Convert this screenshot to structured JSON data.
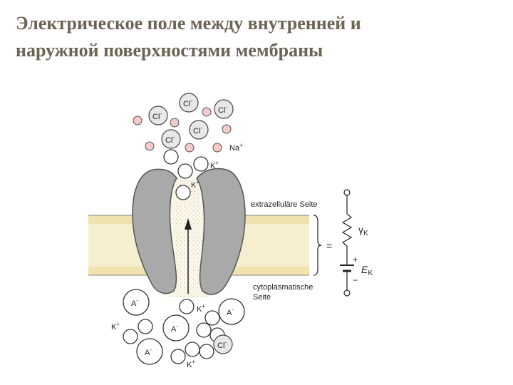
{
  "slide": {
    "title_line1": "Электрическое поле между внутренней и",
    "title_line2": "наружной поверхностями мембраны"
  },
  "labels": {
    "extracellular": "extrazelluläre Seite",
    "cytoplasmic_line1": "cytoplasmatische",
    "cytoplasmic_line2": "Seite",
    "conductance": "γK",
    "conductance_base": "γ",
    "conductance_sub": "K",
    "battery": "EK",
    "battery_base": "E",
    "battery_sub": "K",
    "plus": "+",
    "minus": "−",
    "equals": "="
  },
  "ions": {
    "chloride": "Cl",
    "sodium": "Na",
    "potassium": "K",
    "anion": "A",
    "positive_charge": "+",
    "negative_charge": "-"
  },
  "colors": {
    "title": "#6b6353",
    "membrane_fill": "#f6efcf",
    "membrane_stripe": "#efe2ae",
    "channel_protein": "#a9a9a9",
    "sodium_ion": "#f3c9c9",
    "chloride_ion": "#e8e8e8",
    "ink": "#222222"
  }
}
